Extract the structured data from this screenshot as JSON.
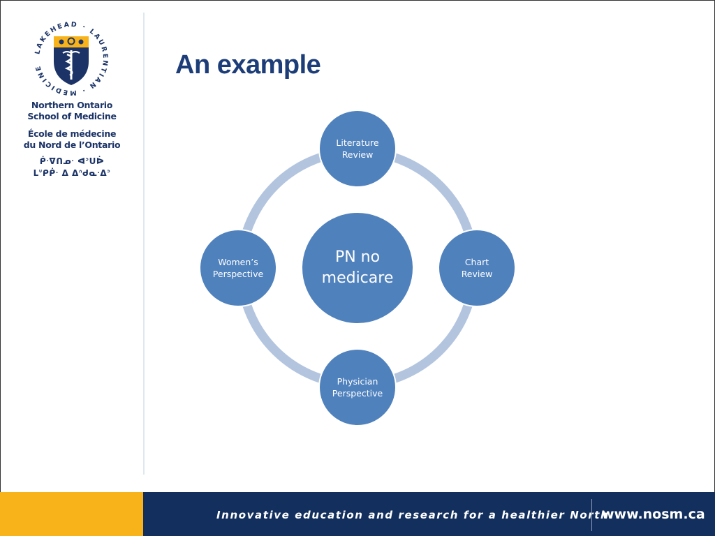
{
  "slide": {
    "title": "An example"
  },
  "branding": {
    "logo_ring_text": "LAKEHEAD · LAURENTIAN · MEDICINE ·",
    "school_en_line1": "Northern Ontario",
    "school_en_line2": "School of Medicine",
    "school_fr_line1": "École de médecine",
    "school_fr_line2": "du Nord de l’Ontario",
    "school_syll_line1": "ᑮᐧᐁᑎᓄᐧ ᐊᐣᑌᐆ",
    "school_syll_line2": "ᒪᐡᑭᑮᐧ ᐃ ᐃᐢᑯᓇᐧᐃᐣ",
    "colors": {
      "navy": "#132f5d",
      "gold": "#f8b31a",
      "title_blue": "#1d3d78"
    }
  },
  "diagram": {
    "center": {
      "label_line1": "PN no",
      "label_line2": "medicare"
    },
    "nodes": [
      {
        "id": "top",
        "line1": "Literature",
        "line2": "Review"
      },
      {
        "id": "right",
        "line1": "Chart",
        "line2": "Review"
      },
      {
        "id": "bottom",
        "line1": "Physician",
        "line2": "Perspective"
      },
      {
        "id": "left",
        "line1": "Women’s",
        "line2": "Perspective"
      }
    ],
    "colors": {
      "node_fill": "#4f81bd",
      "node_stroke": "#ffffff",
      "ring": "#b3c4df"
    }
  },
  "footer": {
    "tagline": "Innovative education and research for a healthier North.",
    "website": "www.nosm.ca"
  }
}
